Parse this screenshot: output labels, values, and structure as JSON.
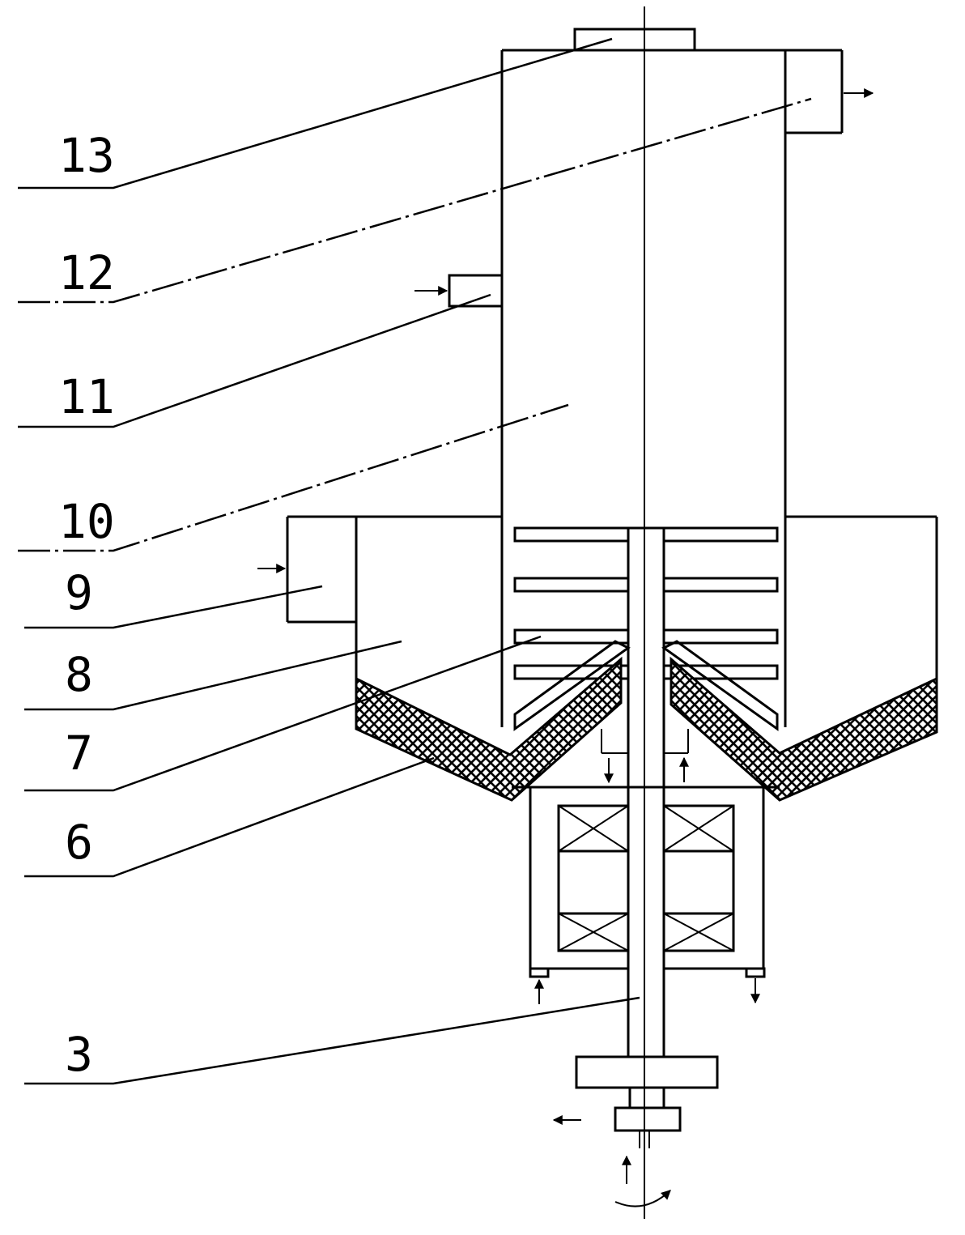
{
  "labels": {
    "l13": "13",
    "l12": "12",
    "l11": "11",
    "l10": "10",
    "l9": "9",
    "l8": "8",
    "l7": "7",
    "l6": "6",
    "l3": "3"
  },
  "colors": {
    "line": "#000000",
    "background": "#ffffff"
  }
}
